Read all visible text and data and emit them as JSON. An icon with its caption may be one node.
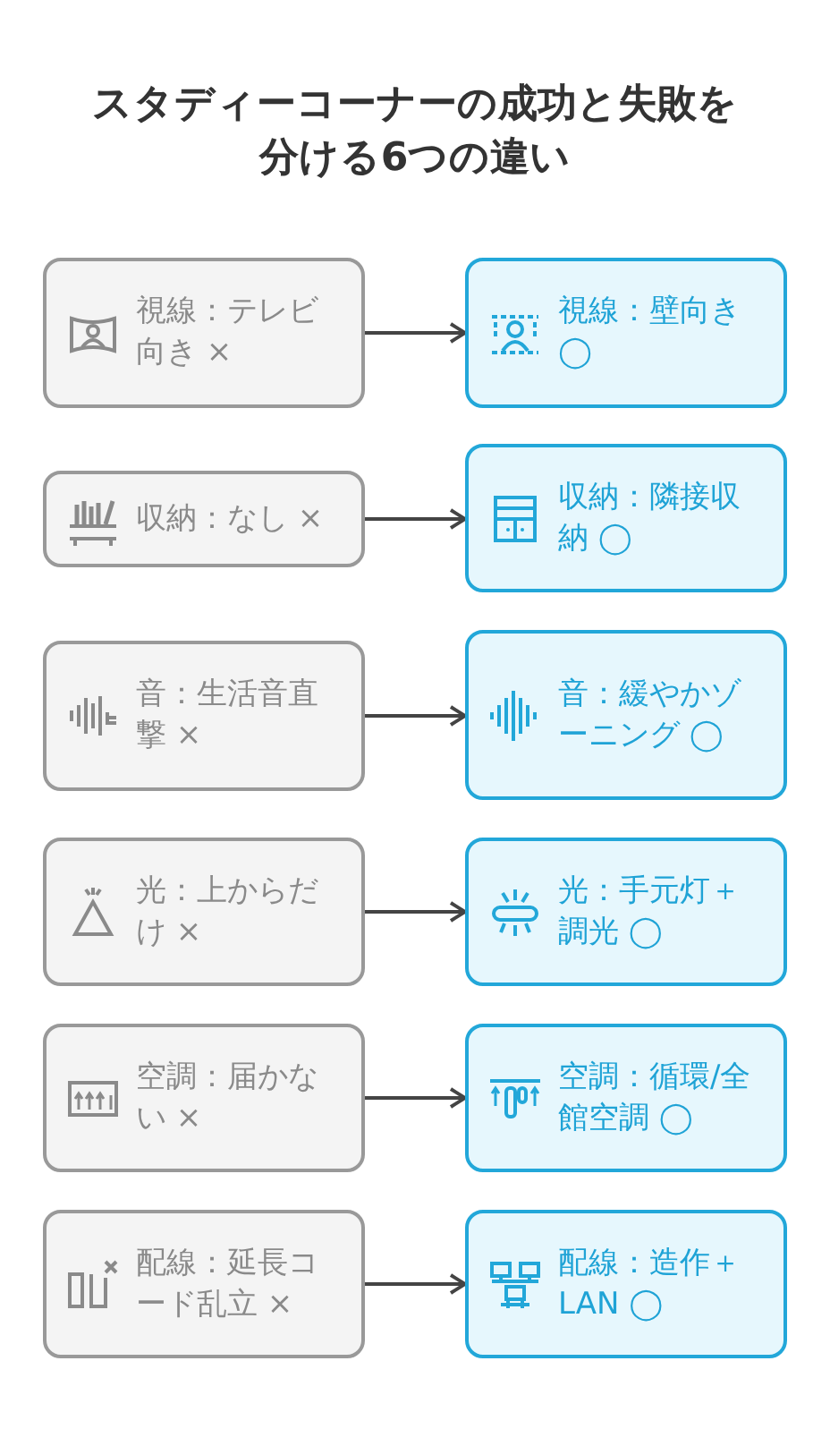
{
  "diagram": {
    "title": "スタディーコーナーの成功と失敗を分ける6つの違い",
    "nodes": [
      {
        "text": [
          "視線：テレビ向き ×"
        ]
      },
      {
        "text": [
          "視線：壁向き ◯"
        ]
      },
      {
        "text": [
          "収納：なし ×"
        ]
      },
      {
        "text": [
          "収納：隣接収納 ◯"
        ]
      },
      {
        "text": [
          "音：生活音直撃 ×"
        ]
      },
      {
        "text": [
          "音：緩やかゾーニング ◯"
        ]
      },
      {
        "text": [
          "光：上からだけ ×"
        ]
      },
      {
        "text": [
          "光：手元灯＋調光 ◯"
        ]
      },
      {
        "text": [
          "空調：届かない ×"
        ]
      },
      {
        "text": [
          "空調：循環/全館空調 ◯"
        ]
      },
      {
        "text": [
          "配線：延長コード乱立 ×"
        ]
      },
      {
        "text": [
          "配線：造作＋LAN ◯"
        ]
      }
    ],
    "edges": [
      {
        "from": 0,
        "to": 1,
        "arrow": "to"
      },
      {
        "from": 2,
        "to": 3,
        "arrow": "to"
      },
      {
        "from": 4,
        "to": 5,
        "arrow": "to"
      },
      {
        "from": 6,
        "to": 7,
        "arrow": "to"
      },
      {
        "from": 8,
        "to": 9,
        "arrow": "to"
      },
      {
        "from": 10,
        "to": 11,
        "arrow": "to"
      }
    ]
  }
}
